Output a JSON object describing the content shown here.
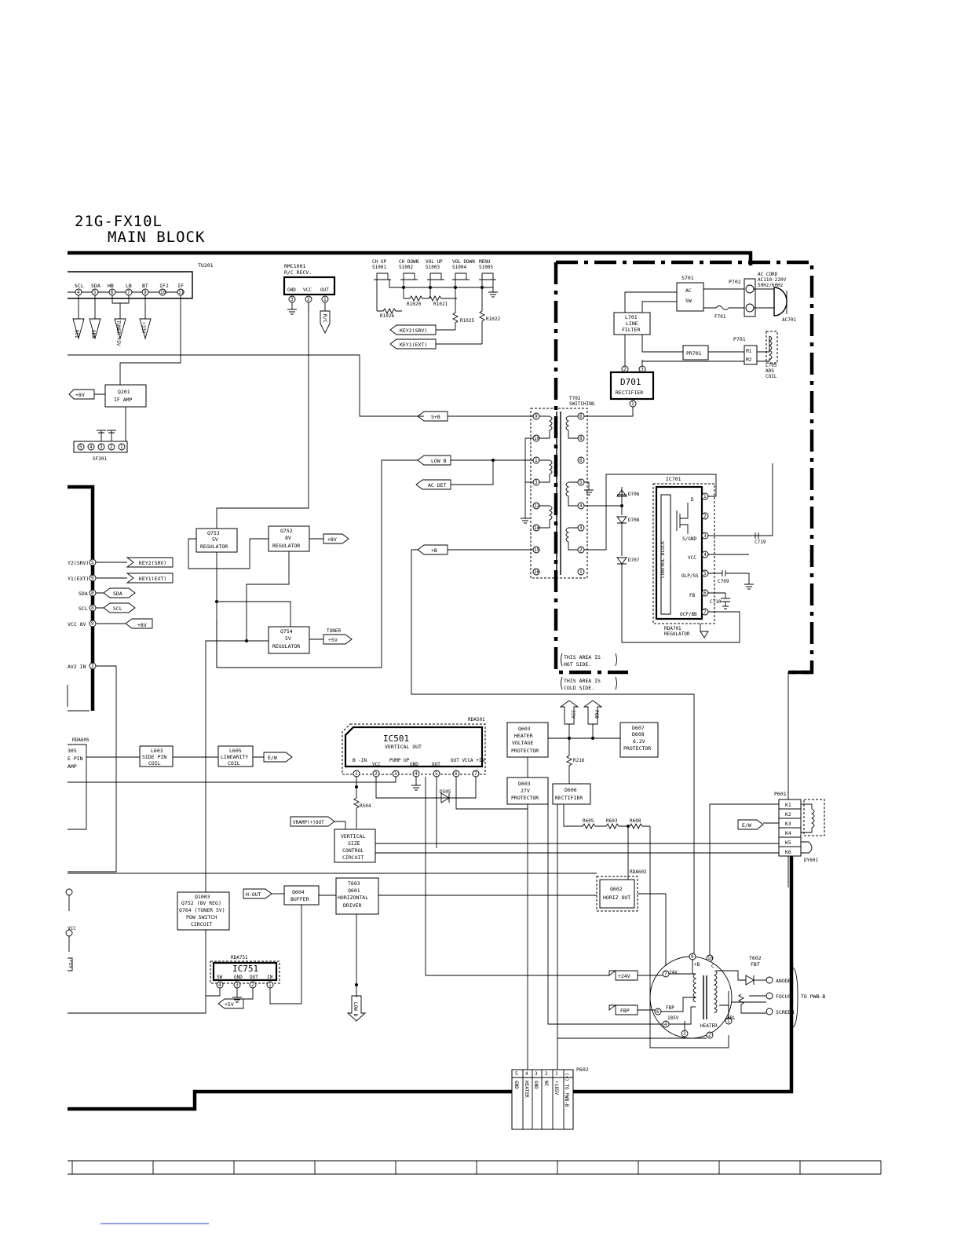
{
  "title": {
    "model": "21G-FX10L",
    "block": "MAIN BLOCK"
  },
  "tuner": {
    "ref": "TU201",
    "pins": [
      {
        "n": "4",
        "label": "SCL"
      },
      {
        "n": "5",
        "label": "SDA"
      },
      {
        "n": "6",
        "label": "HB"
      },
      {
        "n": "7",
        "label": "LB"
      },
      {
        "n": "9",
        "label": "BT"
      },
      {
        "n": "10",
        "label": "IF2"
      },
      {
        "n": "11",
        "label": "IF"
      }
    ],
    "arrows": [
      "SCL",
      "SDA",
      "TUNER +5V",
      "+33V"
    ]
  },
  "rmc": {
    "ref": "RMC1001",
    "name": "R/C RECV.",
    "pins": [
      {
        "n": "3",
        "label": "GND"
      },
      {
        "n": "2",
        "label": "VCC"
      },
      {
        "n": "1",
        "label": "OUT"
      }
    ],
    "arrow": "R/C"
  },
  "keys": {
    "switches": [
      {
        "name": "CH UP",
        "ref": "S1001"
      },
      {
        "name": "CH DOWN",
        "ref": "S1002"
      },
      {
        "name": "VOL UP",
        "ref": "S1003"
      },
      {
        "name": "VOL DOWN",
        "ref": "S1004"
      },
      {
        "name": "MENU",
        "ref": "S1005"
      }
    ],
    "resistors": [
      "R1026",
      "R1020",
      "R1021",
      "R1025",
      "R1022"
    ],
    "arrows": [
      "KEY2(SRV)",
      "KEY1(EXT)"
    ]
  },
  "power": {
    "s701": {
      "ref": "S701",
      "l1": "AC",
      "l2": "SW"
    },
    "p702": "P702",
    "accord": {
      "l1": "AC CORD",
      "l2": "AC110-220V",
      "l3": "50Hz/60Hz",
      "ref": "AC701"
    },
    "f701": "F701",
    "l701": {
      "ref": "L701",
      "l1": "LINE",
      "l2": "FILTER"
    },
    "pr701": "PR701",
    "p701": {
      "ref": "P701",
      "m1": "M1",
      "m2": "M2"
    },
    "l705": {
      "ref": "L705",
      "l1": "ADG",
      "l2": "COIL"
    },
    "d701": {
      "ref": "D701",
      "name": "RECTIFIER"
    },
    "t702": {
      "ref": "T702",
      "name": "SWITCHING"
    },
    "ic701": {
      "ref": "IC701",
      "block": "CONTROL BLOCK",
      "pins": [
        "D",
        "S/GND",
        "VCC",
        "OLP/SS",
        "FB",
        "OCP/BB"
      ],
      "module": "RDA701",
      "name": "REGULATOR"
    },
    "diodes": [
      "D706",
      "D708",
      "D707"
    ],
    "caps": [
      "C719",
      "C709",
      "C710"
    ],
    "hot": {
      "l1": "THIS AREA IS",
      "l2": "HOT SIDE."
    },
    "cold": {
      "l1": "THIS AREA IS",
      "l2": "COLD SIDE."
    },
    "supplies": [
      "S+B",
      "LOW B",
      "AC DET",
      "+B"
    ]
  },
  "if_amp": {
    "ref": "Q201",
    "name": "IF AMP",
    "supply": "+8V",
    "saw": "SF201",
    "saw_pins": [
      "5",
      "4",
      "3",
      "2",
      "1"
    ]
  },
  "regulators": [
    {
      "ref": "Q753",
      "v": "5V",
      "name": "REGULATOR"
    },
    {
      "ref": "Q752",
      "v": "8V",
      "name": "REGULATOR",
      "out": "+8V"
    },
    {
      "ref": "Q754",
      "v": "5V",
      "name": "REGULATOR",
      "out": "+5V",
      "out_label": "TUNER"
    }
  ],
  "connector": {
    "pins": [
      "Y2(SRV)",
      "Y1(EXT)",
      "SDA",
      "SCL",
      "VCC 8V",
      "AV2 IN"
    ],
    "arrows": [
      "KEY2(SRV)",
      "KEY1(EXT)",
      "SDA",
      "SCL",
      "+8V"
    ],
    "left_labels": [
      "RDA605",
      "305",
      "E PIN",
      "AMP",
      "VCC",
      "+5V"
    ]
  },
  "deflection": {
    "l603": {
      "ref": "L603",
      "l1": "SIDE PIN",
      "l2": "COIL"
    },
    "l605": {
      "ref": "L605",
      "l1": "LINEARITY",
      "l2": "COIL"
    },
    "ew": "E/W",
    "ic501": {
      "ref": "IC501",
      "name": "VERTICAL OUT",
      "module": "RDA501",
      "pins": [
        {
          "n": "1",
          "label": "B -IN"
        },
        {
          "n": "2",
          "label": "VCC"
        },
        {
          "n": "3",
          "label": "PUMP UP"
        },
        {
          "n": "4",
          "label": "GND"
        },
        {
          "n": "5",
          "label": "OUT"
        },
        {
          "n": "6",
          "label": "OUT VCC"
        },
        {
          "n": "7",
          "label": "A +IN"
        }
      ]
    },
    "d505": "D505",
    "r504": "R504",
    "vramp": "VRAMP(+)OUT",
    "vsize": {
      "l1": "VERTICAL",
      "l2": "SIZE",
      "l3": "CONTROL",
      "l4": "CIRCUIT"
    }
  },
  "protect": {
    "q603": {
      "ref": "Q603",
      "l1": "HEATER",
      "l2": "VOLTAGE",
      "l3": "PROTECTOR"
    },
    "d603": {
      "ref": "D603",
      "l1": "27V",
      "l2": "PROTECTOR"
    },
    "d606": {
      "ref": "D606",
      "l1": "RECTIFIER"
    },
    "d607": {
      "ref": "D607",
      "l1": "D608",
      "l2": "6.2V",
      "l3": "PROTECTOR"
    },
    "arrows": [
      "33V",
      "P60"
    ],
    "resistors": [
      "R216",
      "R605",
      "R603",
      "R608"
    ]
  },
  "yoke": {
    "ref": "P601",
    "pins": [
      "K1",
      "K2",
      "K3",
      "K4",
      "K5",
      "K6"
    ],
    "dy": "DY601",
    "ew": "E/W"
  },
  "horizontal": {
    "q1003": {
      "l1": "Q1003",
      "l2": "Q752 (8V REG)",
      "l3": "Q764 (TUNER 5V)",
      "l4": "POW SWITCH",
      "l5": "CIRCUIT"
    },
    "hout": "H-OUT",
    "q604": {
      "ref": "Q604",
      "name": "BUFFER"
    },
    "t603": {
      "l1": "T603",
      "l2": "Q601",
      "l3": "HORIZONTAL",
      "l4": "DRIVER"
    },
    "q602": {
      "ref": "Q602",
      "name": "HORIZ OUT",
      "module": "RDA602"
    },
    "ic751": {
      "ref": "IC751",
      "module": "RDA751",
      "pins": [
        {
          "n": "4",
          "label": "SW"
        },
        {
          "n": "3",
          "label": "GND"
        },
        {
          "n": "2",
          "label": "OUT"
        },
        {
          "n": "1",
          "label": "IN"
        }
      ],
      "out": "+5V"
    },
    "lowb": "LOW B"
  },
  "fbt": {
    "ref": "T602",
    "name": "FBT",
    "arrows": [
      "+24V",
      "FBP"
    ],
    "labels": [
      "24V",
      "FBP",
      "185V",
      "HEATER",
      "ABL",
      "+B",
      "C"
    ],
    "pins": [
      "9",
      "10",
      "7",
      "6",
      "4",
      "3",
      "2",
      "1"
    ],
    "outs": [
      "ANODE",
      "FOCUS",
      "SCREEN"
    ],
    "to": "TO PWB-B"
  },
  "p602": {
    "ref": "P602",
    "pins": [
      {
        "n": "5",
        "label": "GND"
      },
      {
        "n": "4",
        "label": "HEATER"
      },
      {
        "n": "3",
        "label": "GND"
      },
      {
        "n": "2",
        "label": "NC"
      },
      {
        "n": "1",
        "label": "+185V"
      }
    ],
    "to": "(+) TO PWB-B"
  }
}
